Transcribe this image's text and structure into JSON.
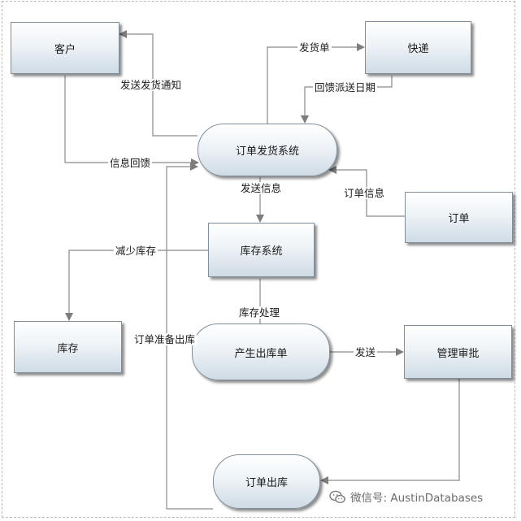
{
  "nodes": {
    "customer": "客户",
    "courier": "快递",
    "shipping_system": "订单发货系统",
    "order": "订单",
    "inventory_system": "库存系统",
    "inventory": "库存",
    "create_outbound": "产生出库单",
    "management_approval": "管理审批",
    "order_outbound": "订单出库"
  },
  "edges": {
    "send_delivery_notice": "发送发货通知",
    "delivery_note": "发货单",
    "return_delivery_date": "回馈派送日期",
    "feedback": "信息回馈",
    "send_info": "发送信息",
    "order_info": "订单信息",
    "reduce_inventory": "减少库存",
    "inventory_processing": "库存处理",
    "order_prepare_outbound": "订单准备出库",
    "send": "发送"
  },
  "watermark": {
    "icon": "wechat-icon",
    "text": "微信号: AustinDatabases"
  },
  "colors": {
    "line": "#8a8a8a",
    "node_border": "#7f8f9c",
    "node_fill_bottom": "#cfdbe5"
  }
}
